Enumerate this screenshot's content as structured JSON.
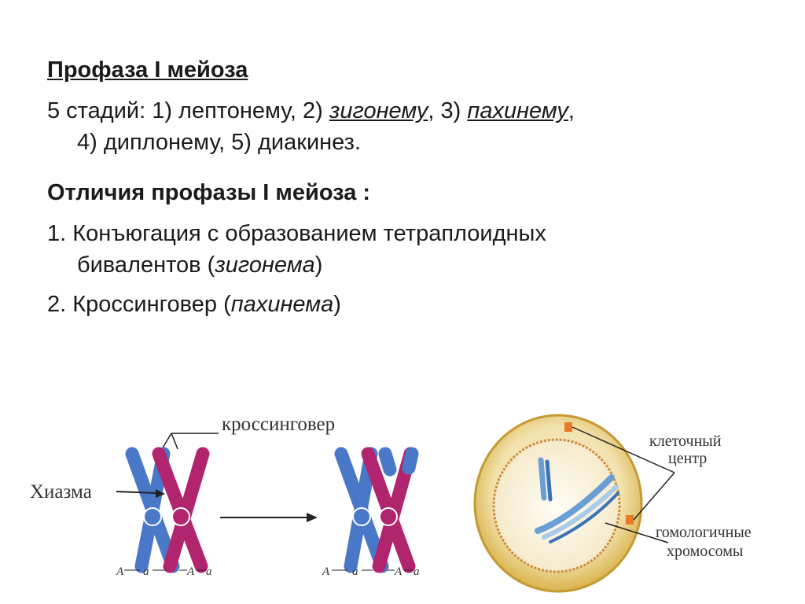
{
  "heading1": "Профаза I мейоза",
  "stages": {
    "prefix": "5 стадий: 1) лептонему, 2) ",
    "zygonema": "зигонему",
    "mid": ", 3) ",
    "pachynema": "пахинему",
    "end": ",",
    "line2": "4) диплонему, 5) диакинез."
  },
  "heading2": "Отличия профазы I мейоза :",
  "item1": {
    "line1": "1. Конъюгация с образованием тетраплоидных",
    "line2_prefix": "бивалентов (",
    "line2_italic": "зигонема",
    "line2_suffix": ")"
  },
  "item2": {
    "prefix": "2. Кроссинговер (",
    "italic": "пахинема",
    "suffix": ")"
  },
  "left_figure": {
    "label_crossover": "кроссинговер",
    "label_chiasma": "Хиазма",
    "allele_A": "A",
    "allele_a": "a"
  },
  "right_figure": {
    "label_center_1": "клеточный",
    "label_center_2": "центр",
    "label_homologous_1": "гомологичные",
    "label_homologous_2": "хромосомы"
  },
  "colors": {
    "blue": "#4a78c8",
    "magenta": "#b0256e",
    "cell_outer": "#e8cc72",
    "cell_inner": "#f6ecd0",
    "centrosome": "#e8792a"
  }
}
